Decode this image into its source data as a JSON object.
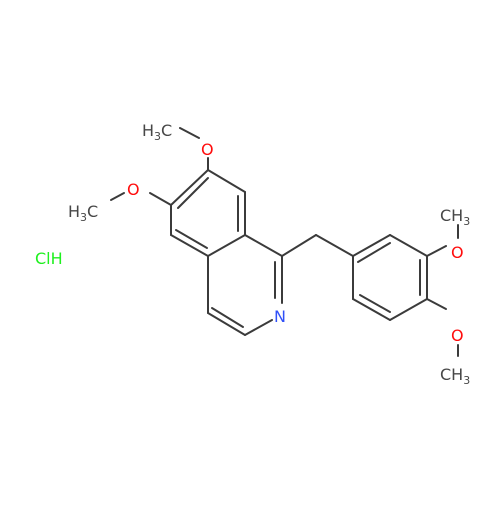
{
  "molecule": {
    "labels": {
      "ch3_top": "H3C",
      "o_top": "O",
      "ch3_left": "H3C",
      "o_left": "O",
      "hcl": "ClH",
      "nitrogen": "N",
      "ch3_right_top": "CH3",
      "o_right_top": "O",
      "o_right_bottom": "O",
      "ch3_right_bottom": "CH3"
    },
    "colors": {
      "carbon": "#3b3b3b",
      "oxygen": "#ff0d0d",
      "nitrogen": "#3050f8",
      "chlorine": "#1ff01f",
      "text_gray": "#474747"
    }
  }
}
